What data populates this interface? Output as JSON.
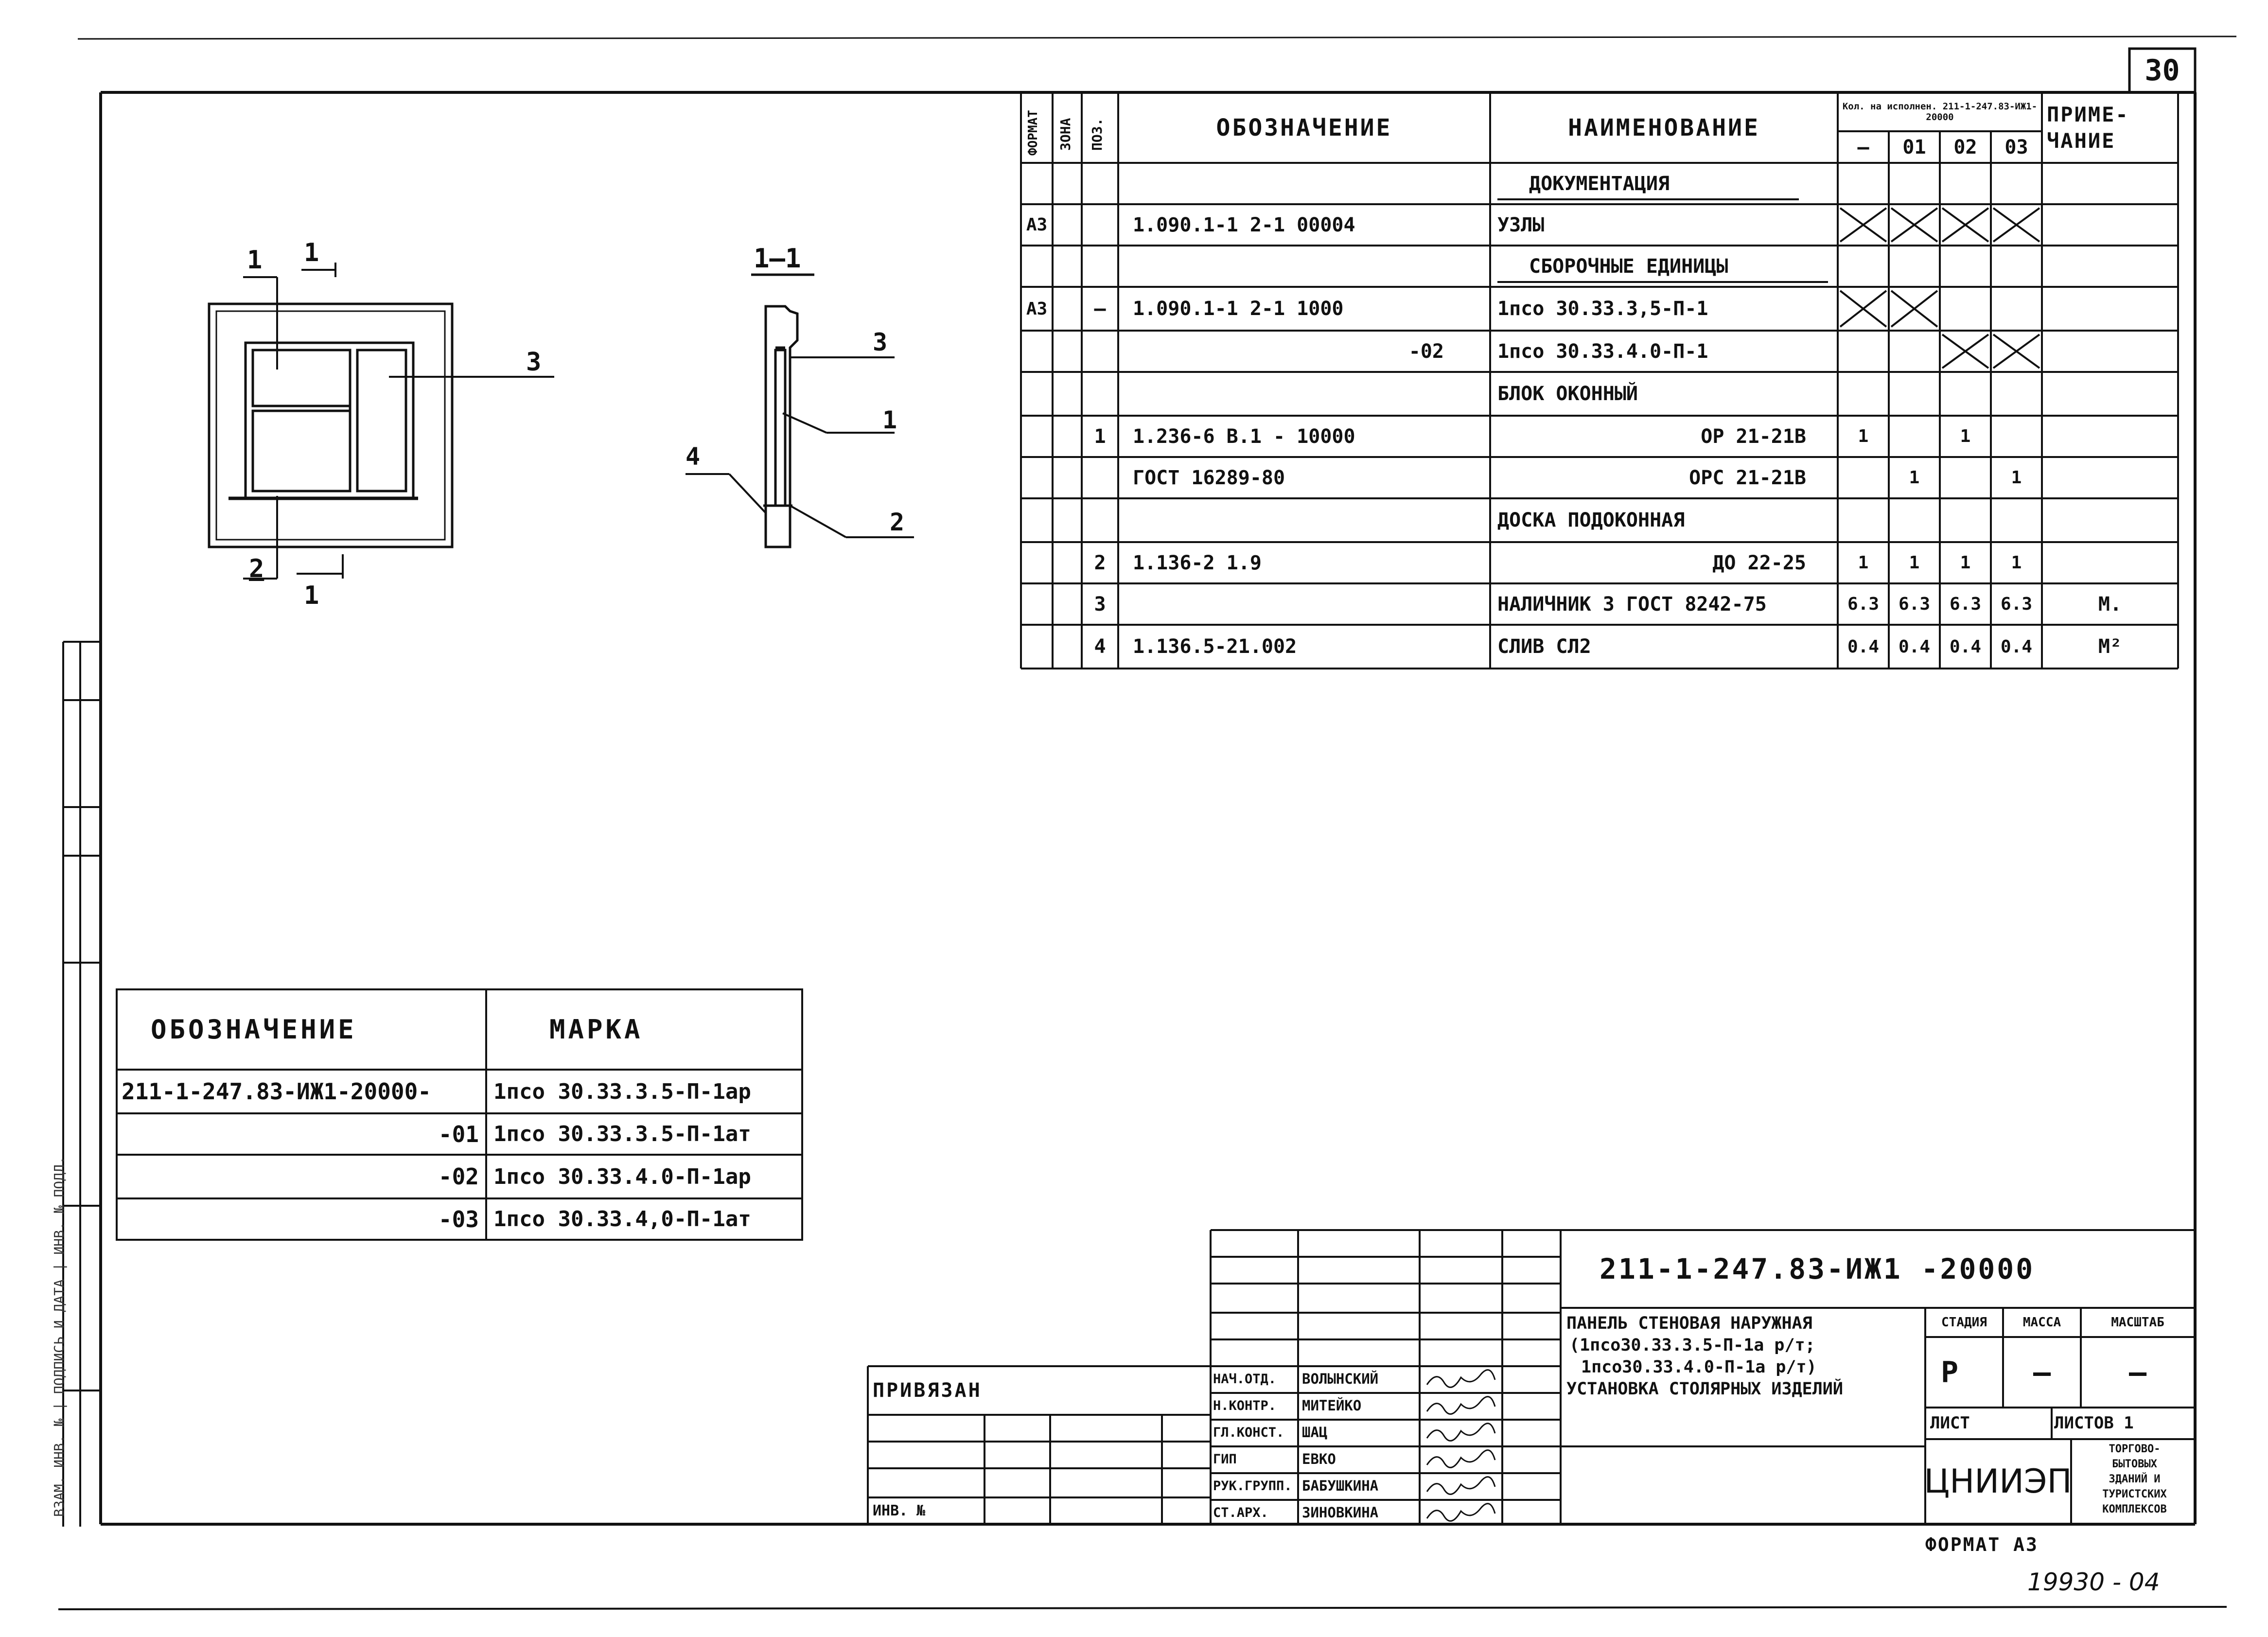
{
  "sheet": {
    "sheet_number": "30",
    "format_note": "ФОРМАТ А3",
    "inventory_stamp": "19930 - 04",
    "side_stamp": "ВЗАМ. ИНВ. № | ПОДПИСЬ И ДАТА | ИНВ. № ПОДЛ."
  },
  "drawing": {
    "section_title": "1—1",
    "leader_labels": [
      "1",
      "2",
      "3",
      "4"
    ],
    "cut_labels": [
      "1",
      "1",
      "1",
      "1"
    ]
  },
  "spec_table": {
    "headers": {
      "format": "ФОРМАТ",
      "zone": "ЗОНА",
      "pos": "ПОЗ.",
      "designation": "ОБОЗНАЧЕНИЕ",
      "name": "НАИМЕНОВАНИЕ",
      "qty_group": "Кол. на исполнен. 211-1-247.83-ИЖ1-20000",
      "qty_cols": [
        "—",
        "01",
        "02",
        "03"
      ],
      "note": "ПРИМЕ- ЧАНИЕ"
    },
    "rows": [
      {
        "format": "",
        "zone": "",
        "pos": "",
        "designation": "",
        "name": "ДОКУМЕНТАЦИЯ",
        "name_style": "section",
        "q": [
          "",
          "",
          "",
          ""
        ],
        "x": [
          false,
          false,
          false,
          false
        ],
        "note": ""
      },
      {
        "format": "А3",
        "zone": "",
        "pos": "",
        "designation": "1.090.1-1 2-1 00004",
        "name": "УЗЛЫ",
        "name_style": "left",
        "q": [
          "",
          "",
          "",
          ""
        ],
        "x": [
          true,
          true,
          true,
          true
        ],
        "note": ""
      },
      {
        "format": "",
        "zone": "",
        "pos": "",
        "designation": "",
        "name": "СБОРОЧНЫЕ ЕДИНИЦЫ",
        "name_style": "section",
        "q": [
          "",
          "",
          "",
          ""
        ],
        "x": [
          false,
          false,
          false,
          false
        ],
        "note": ""
      },
      {
        "format": "А3",
        "zone": "",
        "pos": "—",
        "designation": "1.090.1-1 2-1 1000",
        "name": "1псо 30.33.3,5-П-1",
        "name_style": "left",
        "q": [
          "",
          "",
          "",
          ""
        ],
        "x": [
          true,
          true,
          false,
          false
        ],
        "note": ""
      },
      {
        "format": "",
        "zone": "",
        "pos": "",
        "designation": "-02",
        "designation_align": "right",
        "name": "1псо 30.33.4.0-П-1",
        "name_style": "left",
        "q": [
          "",
          "",
          "",
          ""
        ],
        "x": [
          false,
          false,
          true,
          true
        ],
        "note": ""
      },
      {
        "format": "",
        "zone": "",
        "pos": "",
        "designation": "",
        "name": "БЛОК ОКОННЫЙ",
        "name_style": "left",
        "q": [
          "",
          "",
          "",
          ""
        ],
        "x": [
          false,
          false,
          false,
          false
        ],
        "note": ""
      },
      {
        "format": "",
        "zone": "",
        "pos": "1",
        "designation": "1.236-6 В.1 - 10000",
        "name": "ОР 21-21В",
        "name_style": "right",
        "q": [
          "1",
          "",
          "1",
          ""
        ],
        "x": [
          false,
          false,
          false,
          false
        ],
        "note": ""
      },
      {
        "format": "",
        "zone": "",
        "pos": "",
        "designation": "ГОСТ 16289-80",
        "name": "ОРС 21-21В",
        "name_style": "right",
        "q": [
          "",
          "1",
          "",
          "1"
        ],
        "x": [
          false,
          false,
          false,
          false
        ],
        "note": ""
      },
      {
        "format": "",
        "zone": "",
        "pos": "",
        "designation": "",
        "name": "ДОСКА ПОДОКОННАЯ",
        "name_style": "left",
        "q": [
          "",
          "",
          "",
          ""
        ],
        "x": [
          false,
          false,
          false,
          false
        ],
        "note": ""
      },
      {
        "format": "",
        "zone": "",
        "pos": "2",
        "designation": "1.136-2 1.9",
        "name": "ДО 22-25",
        "name_style": "right",
        "q": [
          "1",
          "1",
          "1",
          "1"
        ],
        "x": [
          false,
          false,
          false,
          false
        ],
        "note": ""
      },
      {
        "format": "",
        "zone": "",
        "pos": "3",
        "designation": "",
        "name": "НАЛИЧНИК 3 ГОСТ 8242-75",
        "name_style": "left",
        "q": [
          "6.3",
          "6.3",
          "6.3",
          "6.3"
        ],
        "x": [
          false,
          false,
          false,
          false
        ],
        "note": "М."
      },
      {
        "format": "",
        "zone": "",
        "pos": "4",
        "designation": "1.136.5-21.002",
        "name": "СЛИВ СЛ2",
        "name_style": "left",
        "q": [
          "0.4",
          "0.4",
          "0.4",
          "0.4"
        ],
        "x": [
          false,
          false,
          false,
          false
        ],
        "note": "М²"
      }
    ]
  },
  "variant_table": {
    "headers": {
      "designation": "ОБОЗНАЧЕНИЕ",
      "mark": "МАРКА"
    },
    "rows": [
      {
        "designation": "211-1-247.83-ИЖ1-20000-",
        "mark": "1псо 30.33.3.5-П-1ар"
      },
      {
        "designation": "-01",
        "mark": "1псо 30.33.3.5-П-1ат"
      },
      {
        "designation": "-02",
        "mark": "1псо 30.33.4.0-П-1ар"
      },
      {
        "designation": "-03",
        "mark": "1псо 30.33.4,0-П-1ат"
      }
    ]
  },
  "binding_block": {
    "tied_label": "ПРИВЯЗАН",
    "inv_label": "ИНВ. №"
  },
  "title_block": {
    "code": "211-1-247.83-ИЖ1 -20000",
    "title_lines": [
      "ПАНЕЛЬ СТЕНОВАЯ НАРУЖНАЯ",
      "(1псо30.33.3.5-П-1а р/т;",
      "1псо30.33.4.0-П-1а р/т)",
      "УСТАНОВКА СТОЛЯРНЫХ ИЗДЕЛИЙ"
    ],
    "staff": [
      {
        "role": "НАЧ.ОТД.",
        "name": "ВОЛЫНСКИЙ"
      },
      {
        "role": "Н.КОНТР.",
        "name": "МИТЕЙКО"
      },
      {
        "role": "ГЛ.КОНСТ.",
        "name": "ШАЦ"
      },
      {
        "role": "ГИП",
        "name": "ЕВКО"
      },
      {
        "role": "РУК.ГРУПП.",
        "name": "БАБУШКИНА"
      },
      {
        "role": "СТ.АРХ.",
        "name": "ЗИНОВКИНА"
      }
    ],
    "stage_label": "СТАДИЯ",
    "mass_label": "МАССА",
    "scale_label": "МАСШТАБ",
    "stage_value": "Р",
    "mass_value": "—",
    "scale_value": "—",
    "sheet_label": "ЛИСТ",
    "sheets_label": "ЛИСТОВ 1",
    "org_logo": "ЦНИИЭП",
    "org_text": [
      "ТОРГОВО-",
      "БЫТОВЫХ",
      "ЗДАНИЙ И",
      "ТУРИСТСКИХ",
      "КОМПЛЕКСОВ"
    ]
  }
}
